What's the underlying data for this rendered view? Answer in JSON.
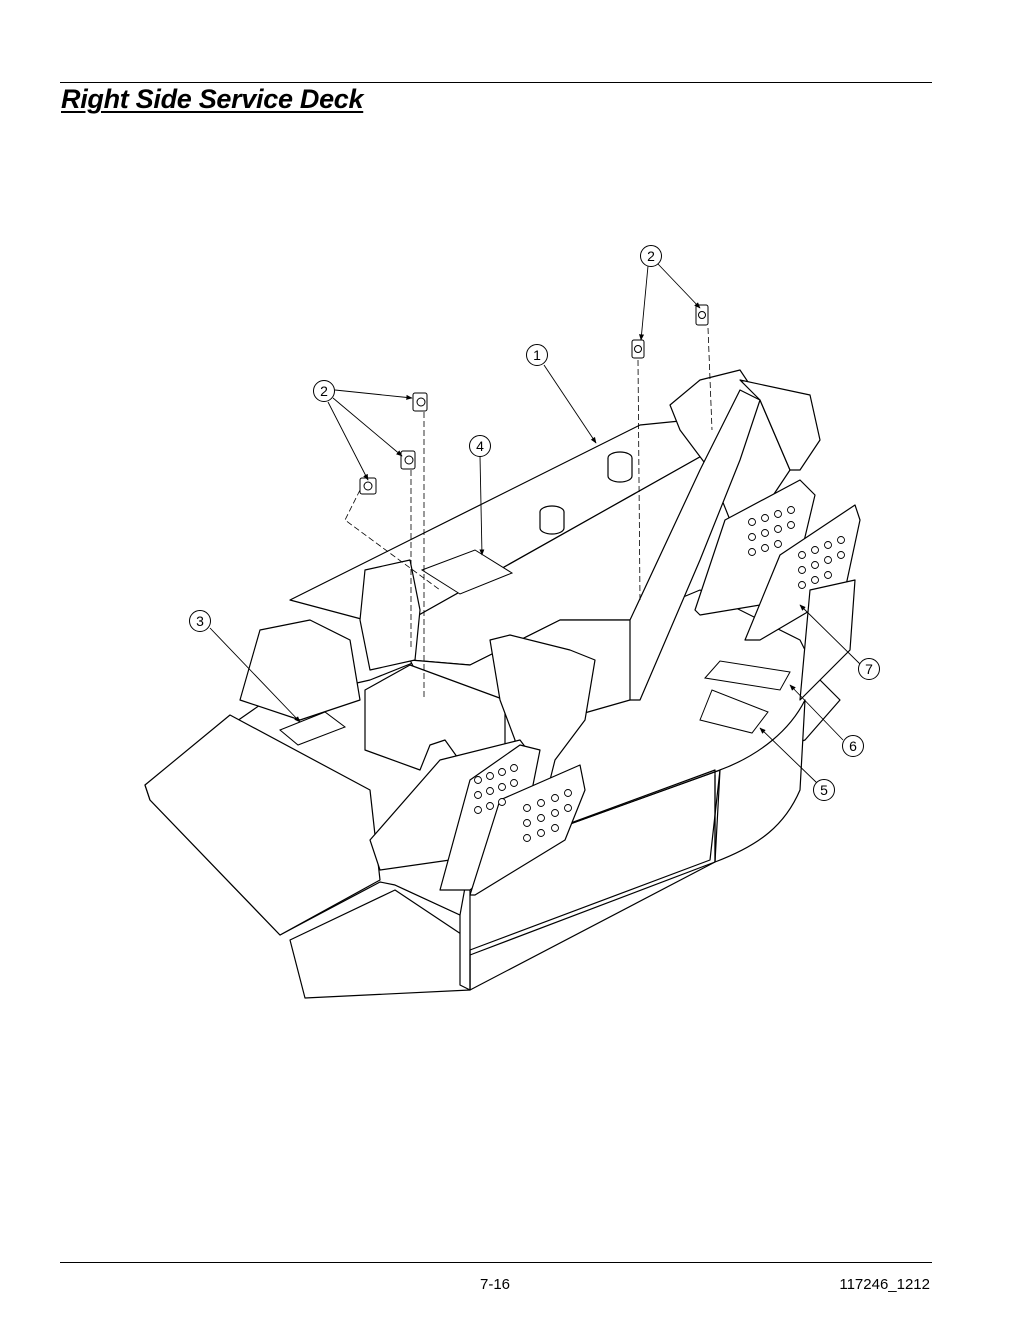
{
  "header": {
    "title": "Right Side Service Deck"
  },
  "footer": {
    "page_number": "7-16",
    "doc_code": "117246_1212"
  },
  "callouts": [
    {
      "id": "c1",
      "label": "1"
    },
    {
      "id": "c2a",
      "label": "2"
    },
    {
      "id": "c2b",
      "label": "2"
    },
    {
      "id": "c3",
      "label": "3"
    },
    {
      "id": "c4",
      "label": "4"
    },
    {
      "id": "c5",
      "label": "5"
    },
    {
      "id": "c6",
      "label": "6"
    },
    {
      "id": "c7",
      "label": "7"
    }
  ]
}
